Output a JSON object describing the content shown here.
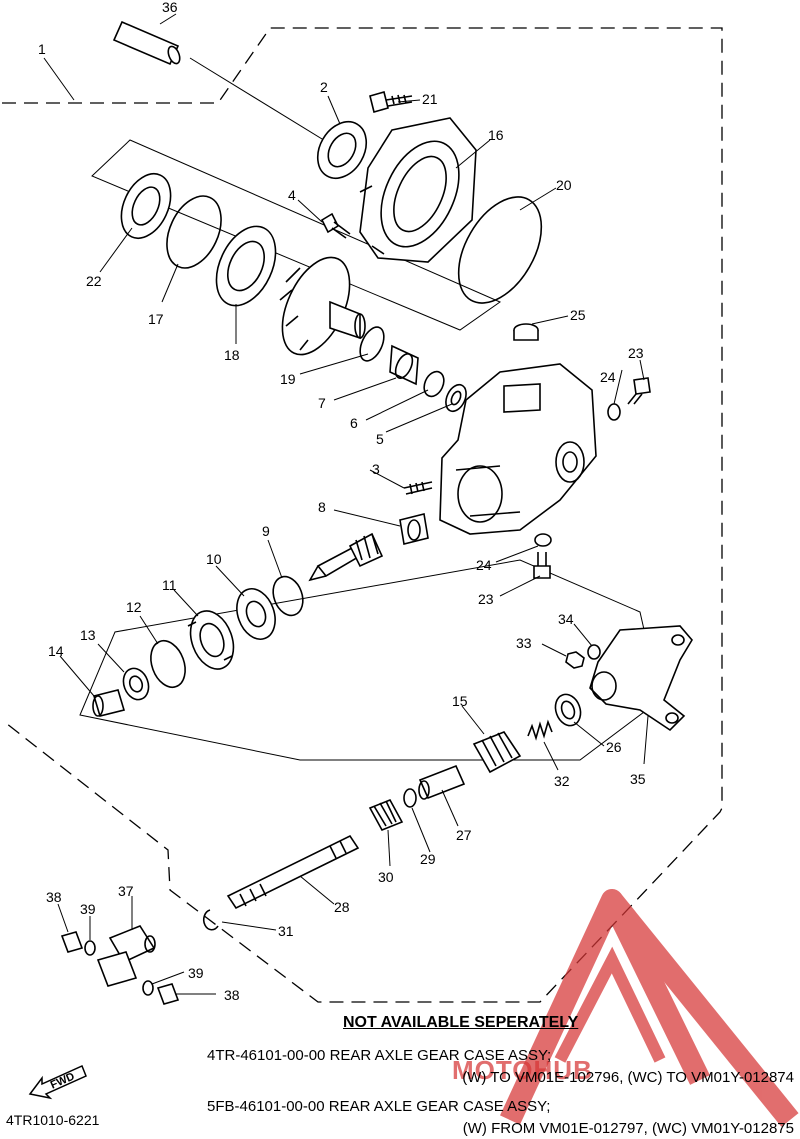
{
  "callouts": [
    "1",
    "2",
    "3",
    "4",
    "5",
    "6",
    "7",
    "8",
    "9",
    "10",
    "11",
    "12",
    "13",
    "14",
    "15",
    "16",
    "17",
    "18",
    "19",
    "20",
    "21",
    "22",
    "23",
    "23",
    "24",
    "24",
    "25",
    "26",
    "27",
    "28",
    "29",
    "30",
    "31",
    "32",
    "33",
    "34",
    "35",
    "36",
    "37",
    "38",
    "38",
    "39",
    "39"
  ],
  "notes": {
    "heading": "NOT AVAILABLE SEPERATELY",
    "line1": "4TR-46101-00-00 REAR AXLE GEAR CASE ASSY;",
    "line2": "(W) TO VM01E-102796, (WC) TO VM01Y-012874",
    "line3": "5FB-46101-00-00 REAR AXLE GEAR CASE ASSY;",
    "line4": "(W) FROM VM01E-012797, (WC) VM01Y-012875"
  },
  "fwd_label": "FWD",
  "diagram_ref": "4TR1010-6221",
  "watermark": {
    "text": "MOTOHUB",
    "color": "#d63636"
  }
}
